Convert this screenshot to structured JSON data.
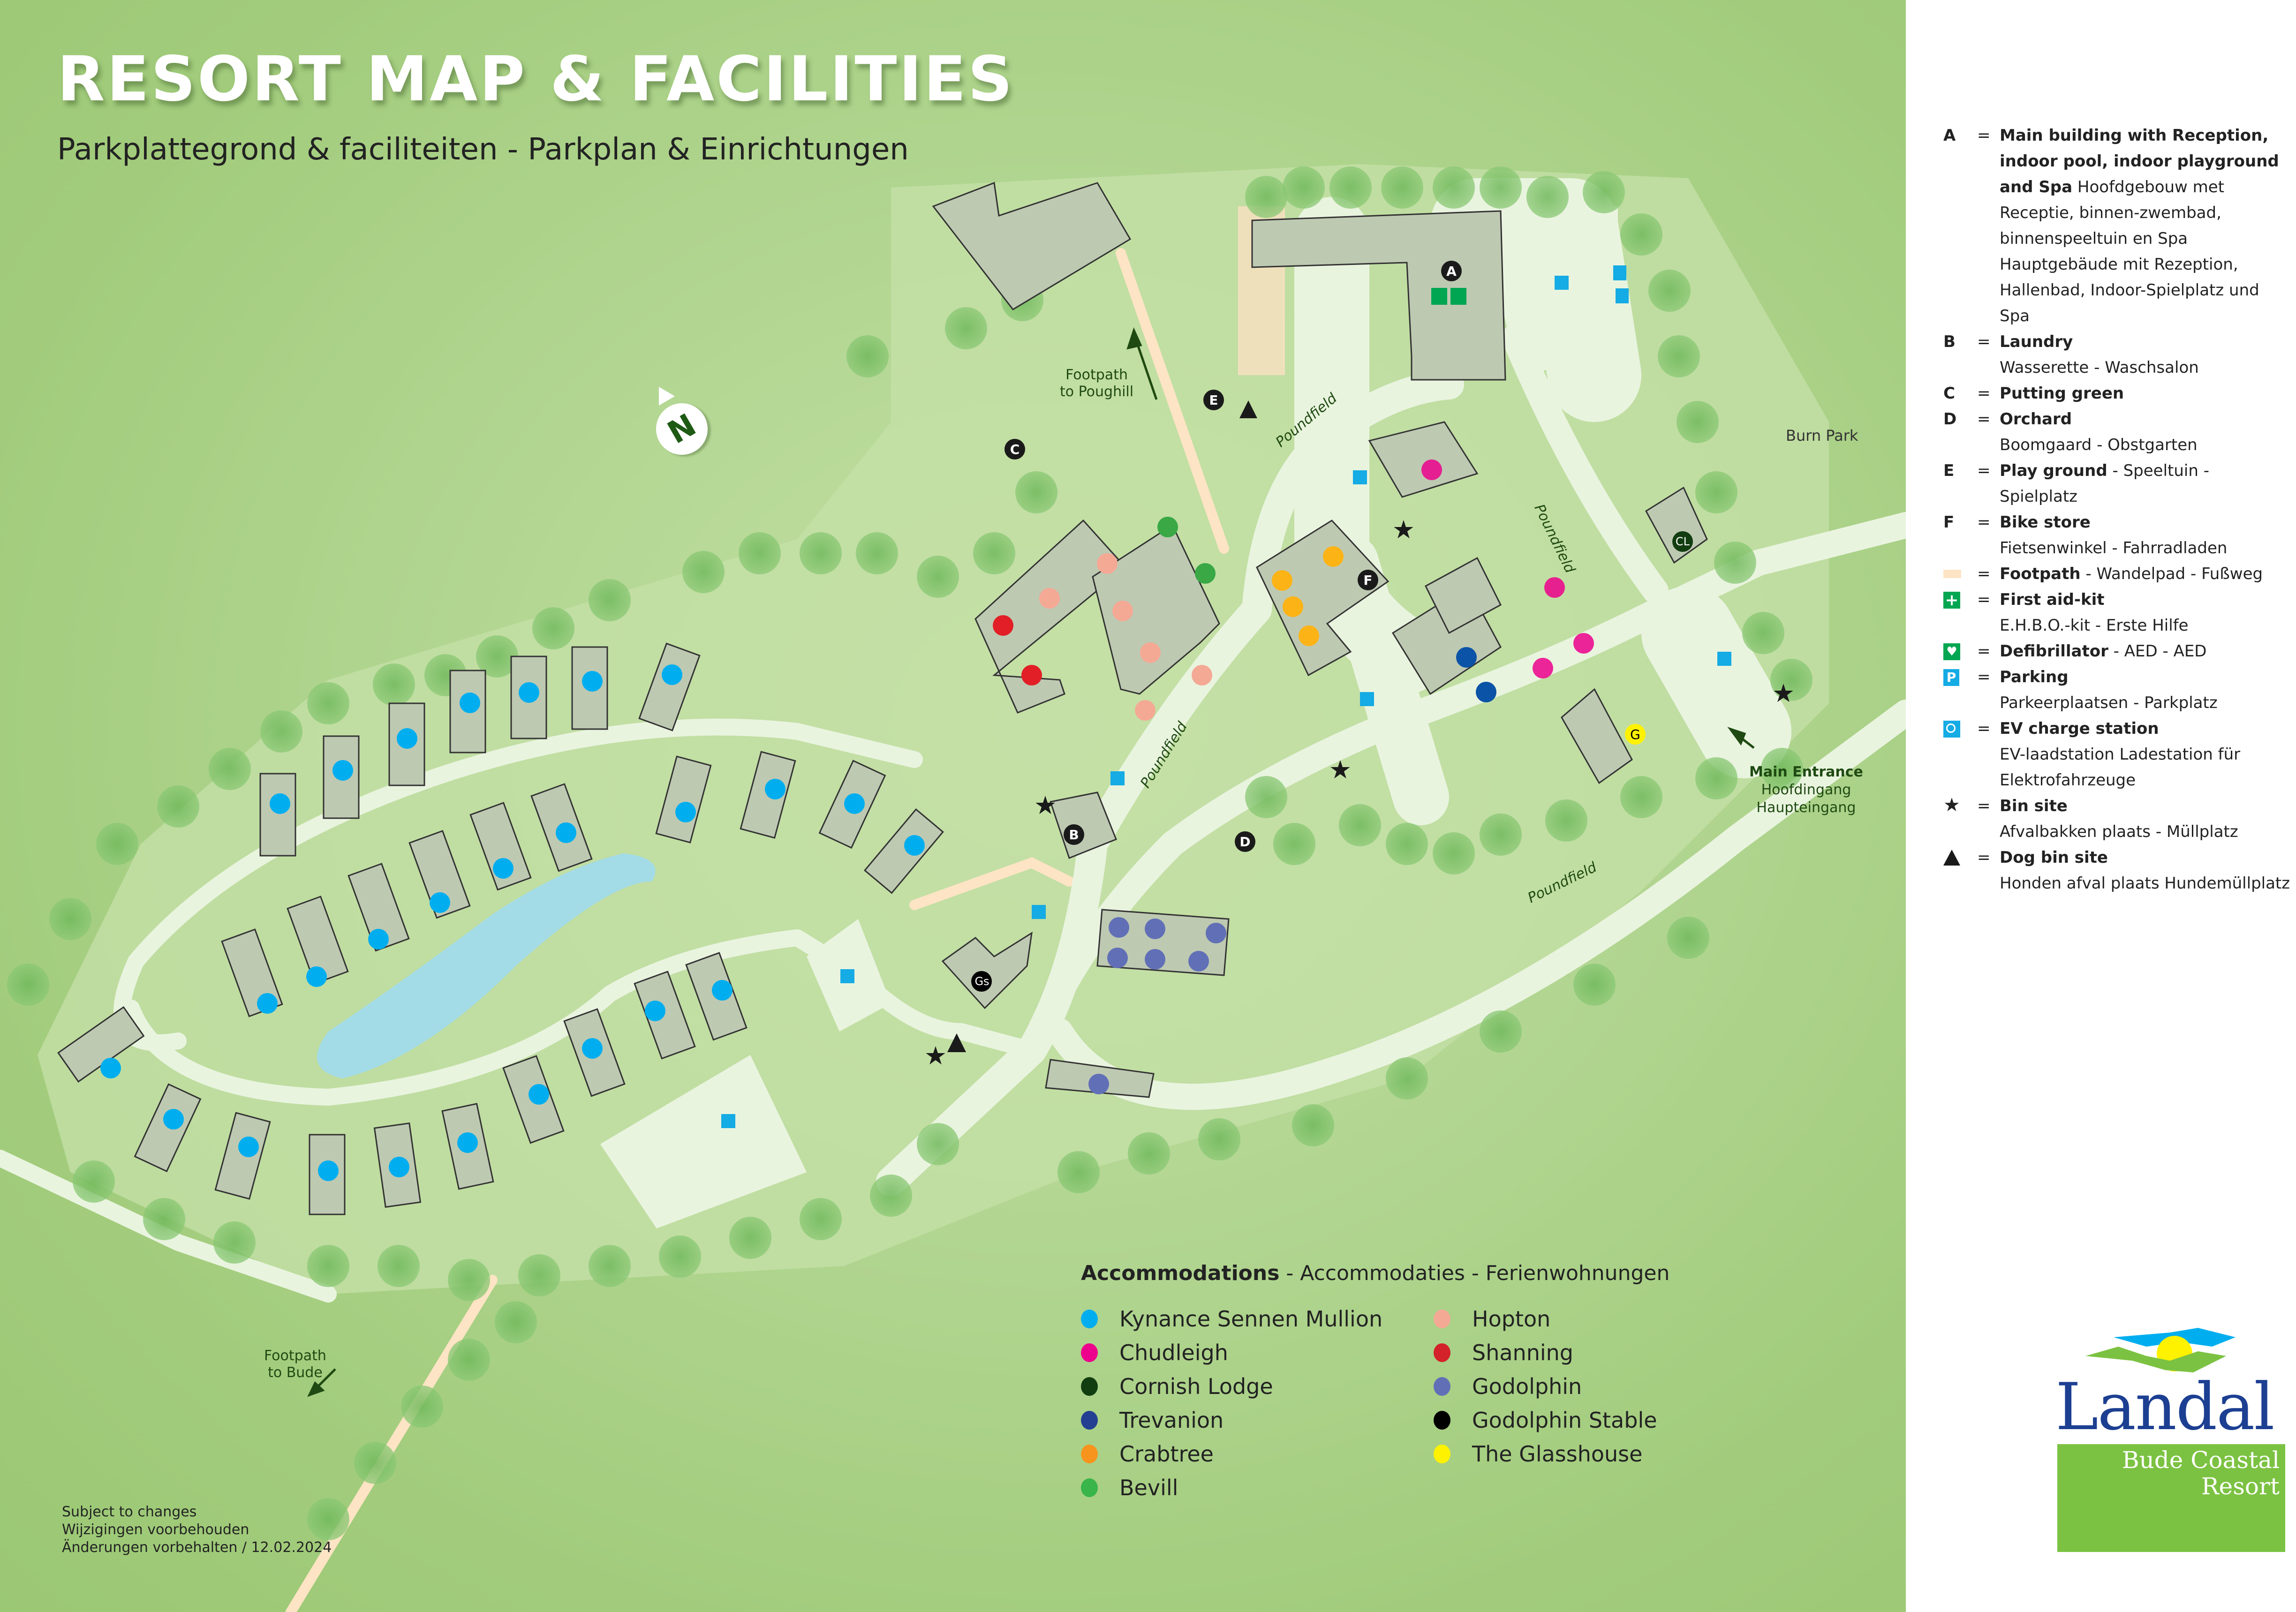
{
  "header": {
    "title": "RESORT MAP & FACILITIES",
    "subtitle": "Parkplattegrond & faciliteiten - Parkplan & Einrichtungen"
  },
  "map": {
    "compass": "N",
    "labels": {
      "footpath_poughill": [
        "Footpath",
        "to Poughill"
      ],
      "footpath_bude": [
        "Footpath",
        "to Bude"
      ],
      "burn_park": "Burn Park",
      "main_entrance": [
        "Main Entrance",
        "Hoofdingang",
        "Haupteingang"
      ],
      "road_name": "Poundfield"
    },
    "facility_markers": [
      "A",
      "B",
      "C",
      "D",
      "E",
      "F",
      "G",
      "CL",
      "Gs"
    ],
    "colors": {
      "building": "#bec9b2",
      "road": "#e9f4df",
      "footpath": "#fde4c4",
      "pond": "#a3dbe6",
      "parking": "#15abe4"
    }
  },
  "disclaimer": {
    "line1": "Subject to changes",
    "line2": "Wijzigingen voorbehouden",
    "line3": "Änderungen vorbehalten / 12.02.2024"
  },
  "accommodations": {
    "title_bold": "Accommodations",
    "title_rest": " - Accommodaties - Ferienwohnungen",
    "items": [
      {
        "name": "Kynance Sennen Mullion",
        "color": "#00aeef"
      },
      {
        "name": "Chudleigh",
        "color": "#ec008c"
      },
      {
        "name": "Cornish Lodge",
        "color": "#123d10"
      },
      {
        "name": "Trevanion",
        "color": "#233f92"
      },
      {
        "name": "Crabtree",
        "color": "#f7941d"
      },
      {
        "name": "Bevill",
        "color": "#39b54a"
      },
      {
        "name": "Hopton",
        "color": "#f4a995"
      },
      {
        "name": "Shanning",
        "color": "#d3222a"
      },
      {
        "name": "Godolphin",
        "color": "#6170b6"
      },
      {
        "name": "Godolphin Stable",
        "color": "#000000"
      },
      {
        "name": "The Glasshouse",
        "color": "#fff200"
      }
    ]
  },
  "legend": {
    "items": [
      {
        "key": "A",
        "bold": "Main building with Reception, indoor pool, indoor playground and Spa",
        "rest": "  Hoofdgebouw met Receptie, binnen-zwembad, binnenspeeltuin en Spa Hauptgebäude mit Rezeption, Hallenbad, Indoor-Spielplatz und Spa"
      },
      {
        "key": "B",
        "bold": "Laundry",
        "rest": "Wasserette - Waschsalon"
      },
      {
        "key": "C",
        "bold": "Putting green",
        "rest": ""
      },
      {
        "key": "D",
        "bold": "Orchard",
        "rest": "Boomgaard - Obstgarten"
      },
      {
        "key": "E",
        "bold": "Play ground",
        "rest": " - Speeltuin - Spielplatz"
      },
      {
        "key": "F",
        "bold": "Bike store",
        "rest": "Fietsenwinkel - Fahrradladen"
      },
      {
        "key": "footpath-swatch",
        "bold": "Footpath",
        "rest": " - Wandelpad - Fußweg"
      },
      {
        "key": "first-aid-icon",
        "bold": "First aid-kit",
        "rest": "E.H.B.O.-kit - Erste Hilfe"
      },
      {
        "key": "defibrillator-icon",
        "bold": "Defibrillator",
        "rest": " - AED - AED"
      },
      {
        "key": "parking-icon",
        "bold": "Parking",
        "rest": "Parkeerplaatsen - Parkplatz"
      },
      {
        "key": "ev-charge-icon",
        "bold": "EV charge station",
        "rest": "EV-laadstation Ladestation für Elektrofahrzeuge"
      },
      {
        "key": "bin-star-icon",
        "bold": "Bin site",
        "rest": "Afvalbakken plaats - Müllplatz"
      },
      {
        "key": "dog-bin-triangle-icon",
        "bold": "Dog bin site",
        "rest": "Honden afval plaats Hundemüllplatz"
      }
    ],
    "eq": "="
  },
  "logo": {
    "brand": "Landal",
    "park_line1": "Bude Coastal",
    "park_line2": "Resort"
  }
}
